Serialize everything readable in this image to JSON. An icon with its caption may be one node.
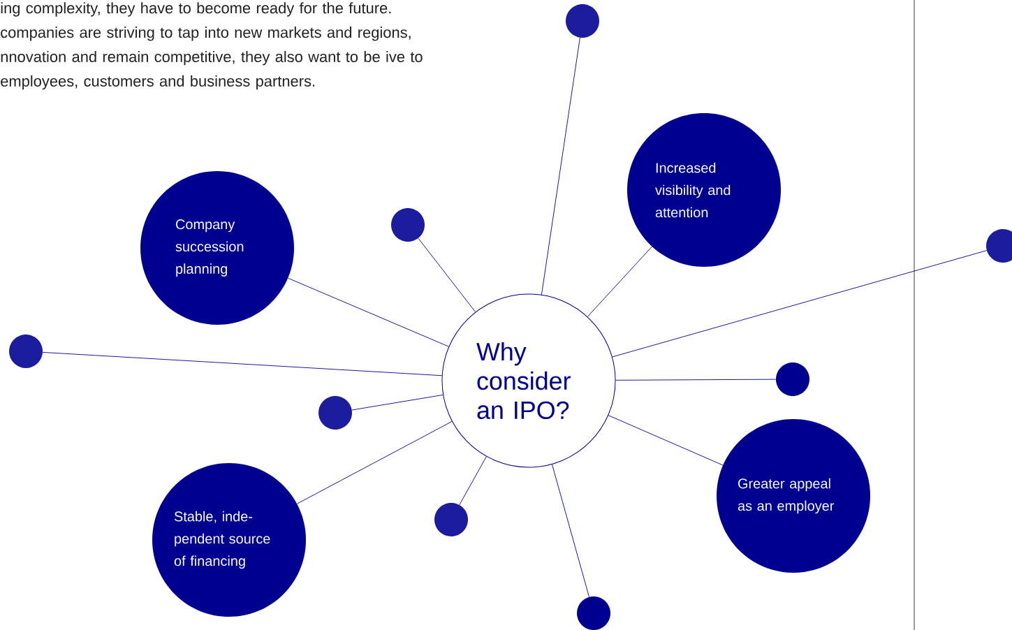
{
  "diagram": {
    "nodes": [
      {
        "text": [
          "Why consider an IPO?"
        ]
      },
      {
        "text": [],
        "shape": "circle"
      },
      {
        "text": [
          "Increased visibility and attention"
        ]
      },
      {
        "text": [],
        "shape": "circle"
      },
      {
        "text": [],
        "shape": "circle"
      },
      {
        "text": [
          "Greater appeal as an employer"
        ]
      },
      {
        "text": [],
        "shape": "circle"
      },
      {
        "text": [],
        "shape": "circle"
      },
      {
        "text": [
          "Stable, inde- pendent source of financing"
        ]
      },
      {
        "text": [],
        "shape": "circle"
      },
      {
        "text": [],
        "shape": "circle"
      },
      {
        "text": [
          "Company succession planning"
        ]
      },
      {
        "text": [],
        "shape": "circle"
      }
    ],
    "edges": [
      {
        "from": 0,
        "to": 1,
        "arrow": "none"
      },
      {
        "from": 0,
        "to": 2,
        "arrow": "none"
      },
      {
        "from": 0,
        "to": 3,
        "arrow": "none"
      },
      {
        "from": 0,
        "to": 4,
        "arrow": "none"
      },
      {
        "from": 0,
        "to": 5,
        "arrow": "none"
      },
      {
        "from": 0,
        "to": 6,
        "arrow": "none"
      },
      {
        "from": 0,
        "to": 7,
        "arrow": "none"
      },
      {
        "from": 0,
        "to": 8,
        "arrow": "none"
      },
      {
        "from": 0,
        "to": 9,
        "arrow": "none"
      },
      {
        "from": 0,
        "to": 10,
        "arrow": "none"
      },
      {
        "from": 0,
        "to": 11,
        "arrow": "none"
      },
      {
        "from": 0,
        "to": 12,
        "arrow": "none"
      }
    ],
    "labels": [
      "ing complexity, they have to become ready for the future. companies are striving to tap into new markets and regions, nnovation and remain competitive, they also want to be ive to employees, customers and business partners."
    ]
  }
}
